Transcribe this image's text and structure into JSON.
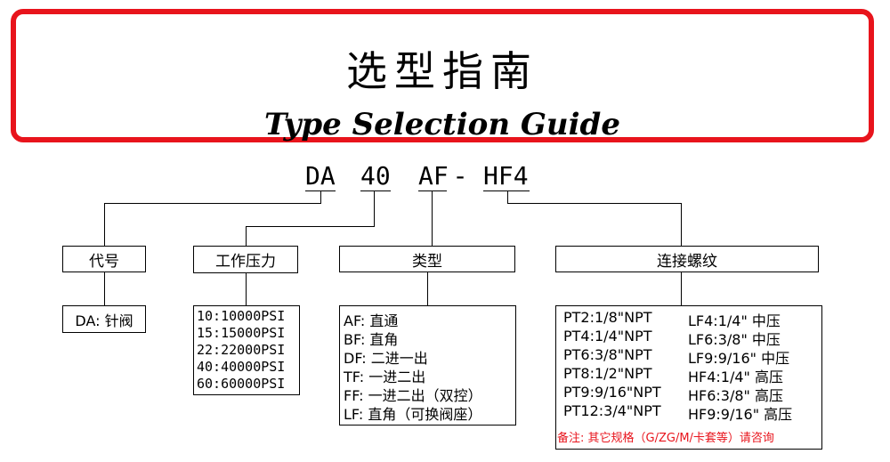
{
  "banner": {
    "title_cn": "选型指南",
    "title_en": "Type Selection Guide",
    "border_color": "#e8141c"
  },
  "model_code": {
    "part1": "DA",
    "part2": "40",
    "part3": "AF",
    "separator": "-",
    "part4": "HF4"
  },
  "categories": {
    "code": "代号",
    "pressure": "工作压力",
    "type": "类型",
    "thread": "连接螺纹"
  },
  "code_values": [
    "DA: 针阀"
  ],
  "pressure_values": [
    "10:10000PSI",
    "15:15000PSI",
    "22:22000PSI",
    "40:40000PSI",
    "60:60000PSI"
  ],
  "type_values": [
    "AF: 直通",
    "BF: 直角",
    "DF: 二进一出",
    "TF: 一进二出",
    "FF: 一进二出（双控）",
    "LF: 直角（可换阀座）"
  ],
  "thread_values": {
    "left": [
      "PT2:1/8\"NPT",
      "PT4:1/4\"NPT",
      "PT6:3/8\"NPT",
      "PT8:1/2\"NPT",
      "PT9:9/16\"NPT",
      "PT12:3/4\"NPT"
    ],
    "right": [
      "LF4:1/4\" 中压",
      "LF6:3/8\" 中压",
      "LF9:9/16\" 中压",
      "HF4:1/4\" 高压",
      "HF6:3/8\" 高压",
      "HF9:9/16\" 高压"
    ]
  },
  "note": "备注: 其它规格（G/ZG/M/卡套等）请咨询",
  "accent_color": "#e8141c"
}
